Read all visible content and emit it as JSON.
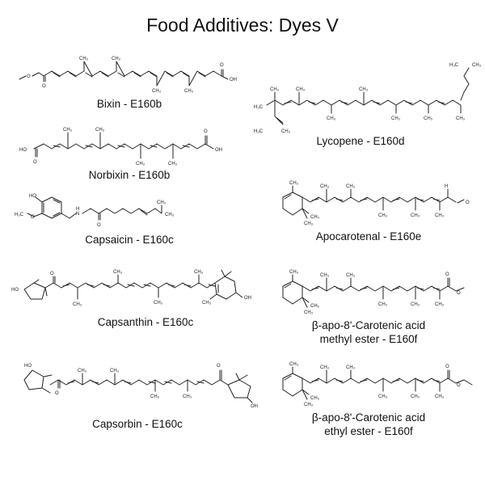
{
  "title": "Food Additives: Dyes V",
  "compounds": [
    {
      "name": "Bixin - E160b"
    },
    {
      "name": "Norbixin - E160b"
    },
    {
      "name": "Capsaicin - E160c"
    },
    {
      "name": "Capsanthin - E160c"
    },
    {
      "name": "Capsorbin - E160c"
    },
    {
      "name": "Lycopene - E160d"
    },
    {
      "name": "Apocarotenal - E160e"
    },
    {
      "name_line1": "β-apo-8'-Carotenic acid",
      "name_line2": "methyl ester - E160f"
    },
    {
      "name_line1": "β-apo-8'-Carotenic acid",
      "name_line2": "ethyl ester - E160f"
    }
  ],
  "atom_labels": {
    "oh": "OH",
    "ho": "HO",
    "ch3": "CH₃",
    "h3c": "H₃C",
    "o": "O",
    "h": "H",
    "n": "N",
    "nh": "N H"
  },
  "icons": [
    "skeletal-formula-structure"
  ]
}
